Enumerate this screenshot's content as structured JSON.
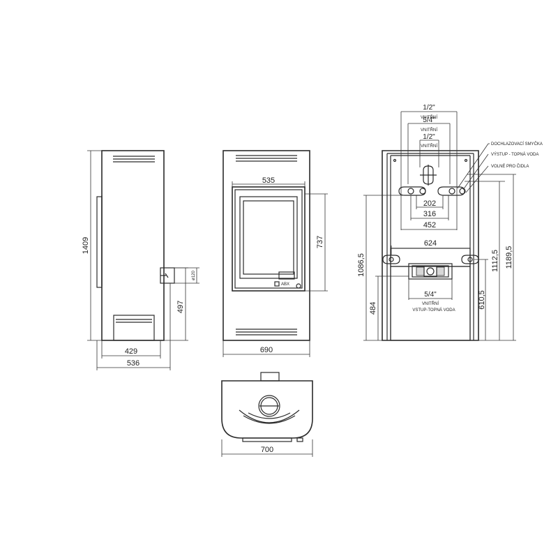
{
  "side_view": {
    "height": "1409",
    "depth_inner": "429",
    "depth_total": "536",
    "outlet_height": "497",
    "outlet_diameter": "ø120"
  },
  "front_view": {
    "door_width": "535",
    "door_height": "737",
    "total_width": "690",
    "brand_label": "ABX"
  },
  "top_view": {
    "width": "700"
  },
  "rear_view": {
    "thread_top_1": "1/2\"",
    "label_vnitrni_1": "VNITŘNÍ",
    "thread_top_2": "5/4\"",
    "label_vnitrni_2": "VNITŘNÍ",
    "thread_top_3": "1/2\"",
    "label_vnitrni_3": "VNITŘNÍ",
    "spacing_202": "202",
    "spacing_316": "316",
    "spacing_452": "452",
    "spacing_624": "624",
    "thread_bottom": "5/4\"",
    "label_vnitrni_bottom": "VNITŘNÍ",
    "label_vstup": "VSTUP-TOPNÁ VODA",
    "callout_1": "DOCHLAZOVACÍ SMYČKA",
    "callout_2": "VÝSTUP - TOPNÁ VODA",
    "callout_3": "VOLNÉ PRO ČIDLA",
    "height_1086": "1086,5",
    "height_484": "484",
    "height_610": "610,5",
    "height_1112": "1112,5",
    "height_1189": "1189,5"
  }
}
